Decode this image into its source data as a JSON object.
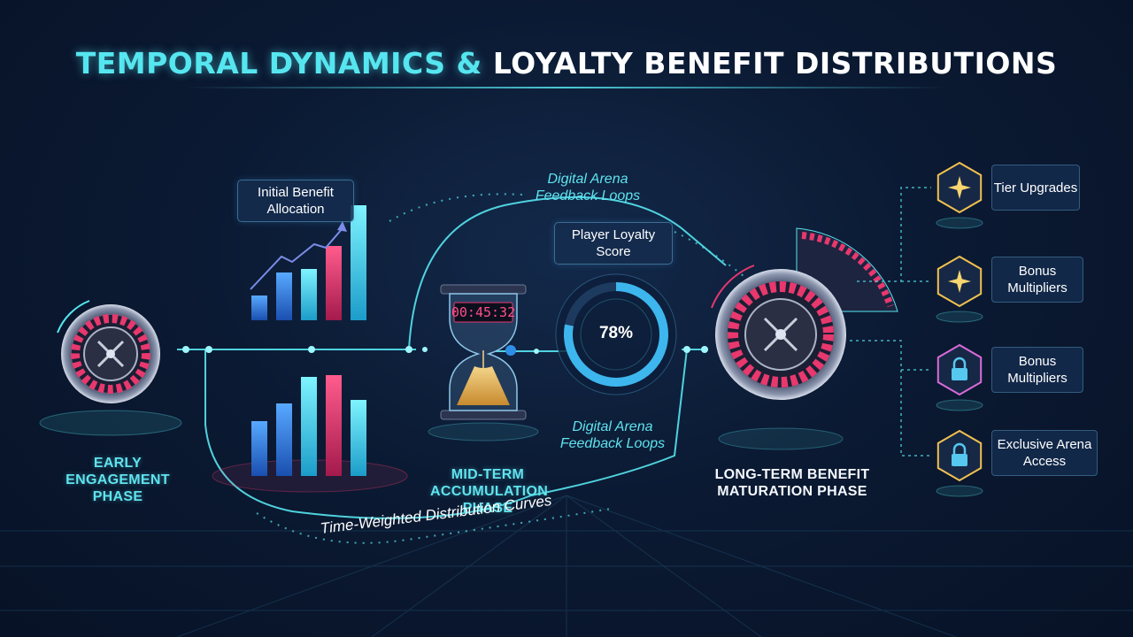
{
  "title": {
    "part_a": "TEMPORAL DYNAMICS &",
    "part_b": "LOYALTY BENEFIT DISTRIBUTIONS"
  },
  "phases": {
    "early": "EARLY ENGAGEMENT PHASE",
    "mid": "MID-TERM ACCUMULATION PHASE",
    "long": "LONG-TERM BENEFIT MATURATION PHASE"
  },
  "labels": {
    "initial_benefit": "Initial Benefit Allocation",
    "player_loyalty": "Player Loyalty Score",
    "feedback_top": "Digital Arena Feedback Loops",
    "feedback_bottom": "Digital Arena Feedback Loops",
    "curve": "Time-Weighted Distribution Curves",
    "timer": "00:45:32"
  },
  "loyalty_score": {
    "value": "78%",
    "fraction": 0.78
  },
  "benefits": [
    {
      "label": "Tier Upgrades",
      "icon": "star-icon",
      "color": "#f2c14e"
    },
    {
      "label": "Bonus Multipliers",
      "icon": "sparkle-icon",
      "color": "#f2c14e"
    },
    {
      "label": "Bonus Multipliers",
      "icon": "lock-icon",
      "color": "#d96bd8"
    },
    {
      "label": "Exclusive Arena Access",
      "icon": "lock-icon",
      "color": "#f2c14e"
    }
  ],
  "colors": {
    "accent_cyan": "#56e6f0",
    "accent_pink": "#e8386e",
    "accent_blue": "#2f8fe8",
    "gold": "#f2c14e"
  }
}
